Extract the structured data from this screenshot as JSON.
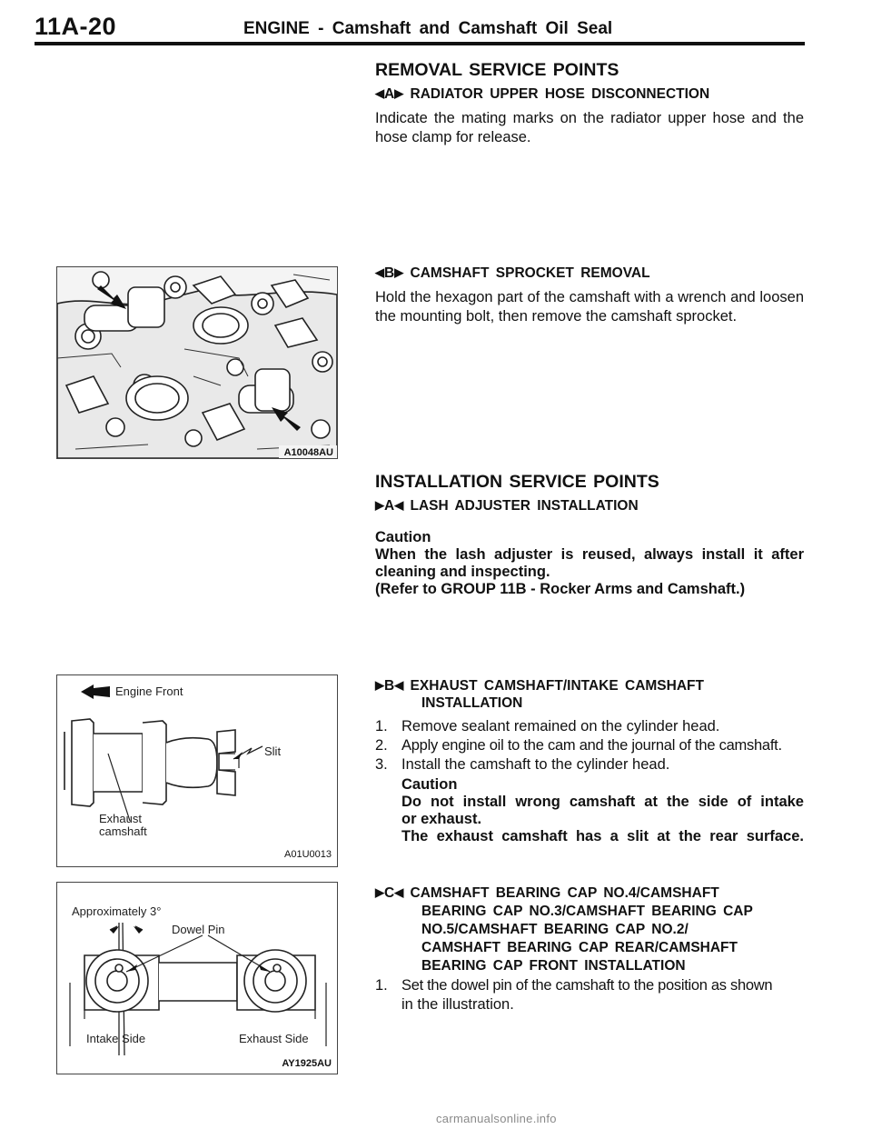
{
  "header": {
    "page_number": "11A-20",
    "title": "ENGINE - Camshaft and Camshaft Oil Seal"
  },
  "removal": {
    "heading": "REMOVAL SERVICE POINTS",
    "a": {
      "letter": "A",
      "title": "RADIATOR UPPER HOSE DISCONNECTION",
      "body": "Indicate the mating marks on the radiator upper hose and the hose clamp for release."
    },
    "b": {
      "letter": "B",
      "title": "CAMSHAFT SPROCKET REMOVAL",
      "body": "Hold the hexagon part of the camshaft with a wrench and loosen the mounting bolt, then remove the camshaft sprocket."
    }
  },
  "installation": {
    "heading": "INSTALLATION SERVICE POINTS",
    "a": {
      "letter": "A",
      "title": "LASH ADJUSTER INSTALLATION",
      "caution_label": "Caution",
      "caution_lines": [
        "When the lash adjuster is reused, always install it after",
        "cleaning and inspecting.",
        "(Refer to GROUP 11B - Rocker Arms and Camshaft.)"
      ]
    },
    "b": {
      "letter": "B",
      "title_lines": [
        "EXHAUST CAMSHAFT/INTAKE CAMSHAFT",
        "INSTALLATION"
      ],
      "steps": [
        {
          "n": "1.",
          "text": "Remove sealant remained on the cylinder head."
        },
        {
          "n": "2.",
          "text": "Apply engine oil to the cam and the journal of the camshaft."
        },
        {
          "n": "3.",
          "text": "Install the camshaft to the cylinder head."
        }
      ],
      "caution_label": "Caution",
      "caution_lines": [
        "Do not install wrong camshaft at the side of intake",
        "or exhaust.",
        "The exhaust camshaft has a slit at the rear surface."
      ]
    },
    "c": {
      "letter": "C",
      "title_lines": [
        "CAMSHAFT BEARING CAP NO.4/CAMSHAFT",
        "BEARING CAP NO.3/CAMSHAFT BEARING CAP",
        "NO.5/CAMSHAFT BEARING CAP NO.2/",
        "CAMSHAFT BEARING CAP REAR/CAMSHAFT",
        "BEARING CAP FRONT INSTALLATION"
      ],
      "steps": [
        {
          "n": "1.",
          "text_lines": [
            "Set the dowel pin of the camshaft to the position as shown",
            "in the illustration."
          ]
        }
      ]
    }
  },
  "figures": {
    "fig1": {
      "code": "A10048AU"
    },
    "fig2": {
      "code": "A01U0013",
      "label_front": "Engine Front",
      "label_slit": "Slit",
      "label_exhaust_1": "Exhaust",
      "label_exhaust_2": "camshaft"
    },
    "fig3": {
      "code": "AY1925AU",
      "label_angle": "Approximately 3°",
      "label_dowel": "Dowel Pin",
      "label_intake": "Intake Side",
      "label_exhaust": "Exhaust Side"
    }
  },
  "footer": {
    "watermark": "carmanualsonline.info"
  },
  "icons": {
    "left_triangle": "◀",
    "right_triangle": "▶"
  }
}
